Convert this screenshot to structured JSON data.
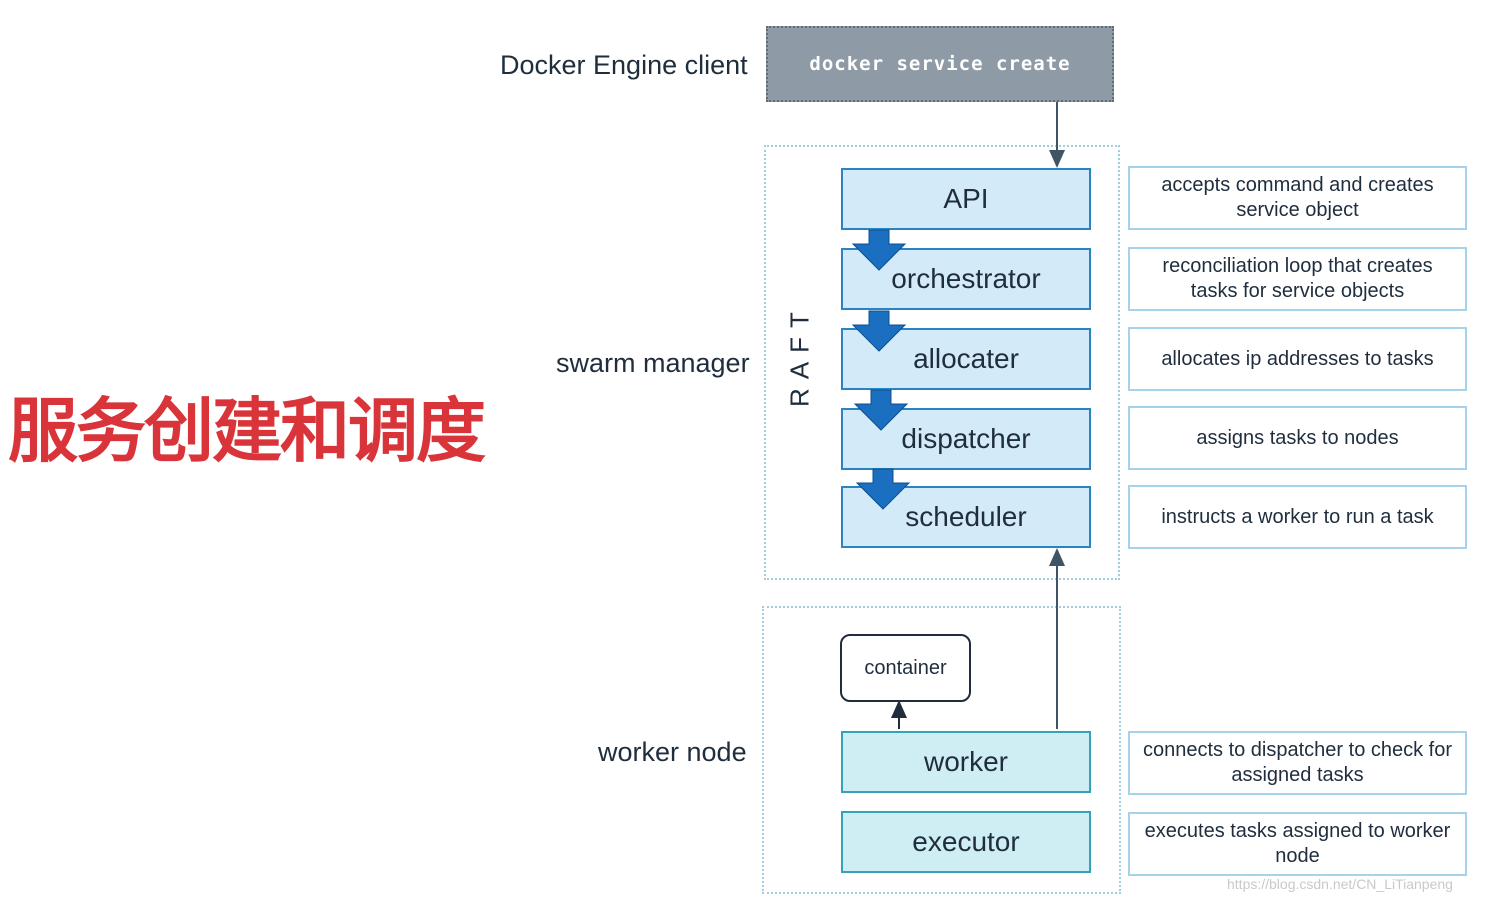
{
  "title": "服务创建和调度",
  "labels": {
    "client": "Docker Engine client",
    "manager": "swarm manager",
    "worker": "worker node",
    "raft": "RAFT"
  },
  "client_command": "docker service create",
  "manager_components": [
    {
      "name": "API",
      "description": "accepts command and creates service object"
    },
    {
      "name": "orchestrator",
      "description": "reconciliation loop that creates tasks for service objects"
    },
    {
      "name": "allocater",
      "description": "allocates ip addresses to tasks"
    },
    {
      "name": "dispatcher",
      "description": "assigns tasks to nodes"
    },
    {
      "name": "scheduler",
      "description": "instructs a worker to run a task"
    }
  ],
  "worker_components": [
    {
      "name": "worker",
      "description": "connects to dispatcher to check for assigned tasks"
    },
    {
      "name": "executor",
      "description": "executes tasks assigned to worker node"
    }
  ],
  "container_label": "container",
  "watermark": "https://blog.csdn.net/CN_LiTianpeng",
  "colors": {
    "title": "#d9343a",
    "client_box": "#8e9aa5",
    "manager_fill": "#d3ebf9",
    "manager_border": "#2a84c2",
    "worker_fill": "#cfeef3",
    "worker_border": "#34a3b6",
    "arrow_blue": "#1a6fc0"
  }
}
